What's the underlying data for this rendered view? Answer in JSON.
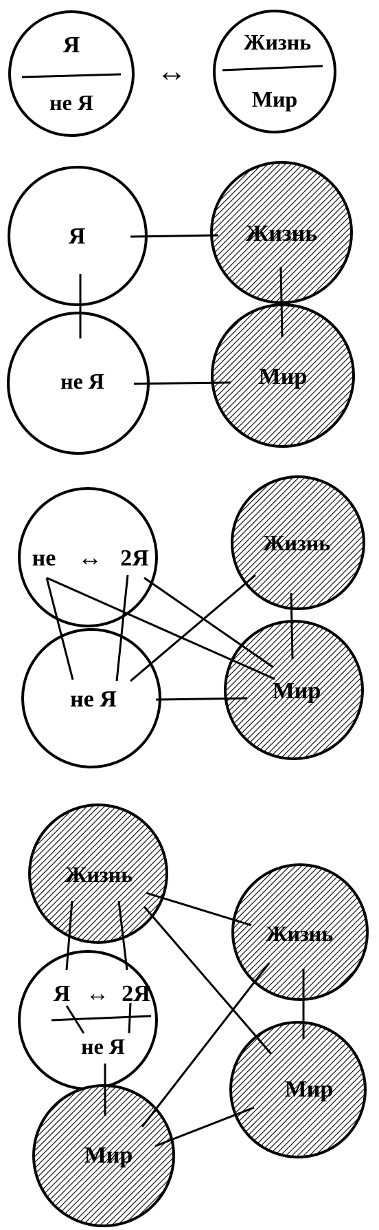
{
  "diagram": {
    "colors": {
      "ink": "#000000",
      "paper": "#ffffff",
      "hatch": "#000000"
    },
    "fig1": {
      "self_top": "Я",
      "self_bottom": "не Я",
      "world_top": "Жизнь",
      "world_bottom": "Мир",
      "connector": "↔"
    },
    "fig2": {
      "self": "Я",
      "not_self": "не Я",
      "life": "Жизнь",
      "world": "Мир"
    },
    "fig3": {
      "top_left_prefix": "не",
      "top_left_arrow": "↔",
      "top_left_suffix": "2Я",
      "not_self": "не Я",
      "life": "Жизнь",
      "world": "Мир"
    },
    "fig4": {
      "life_left": "Жизнь",
      "center_top_prefix": "Я",
      "center_top_arrow": "↔",
      "center_top_suffix": "2Я",
      "center_bottom": "не Я",
      "world_left": "Мир",
      "life_right": "Жизнь",
      "world_right": "Мир"
    }
  }
}
